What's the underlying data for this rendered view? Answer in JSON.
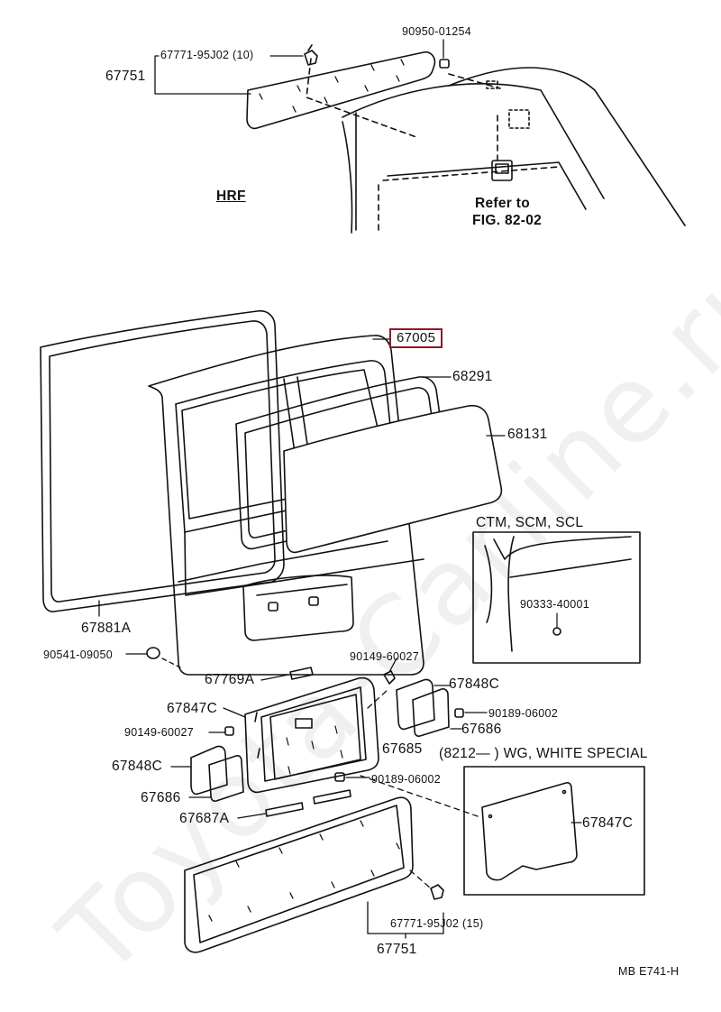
{
  "diagram": {
    "section_code": "HRF",
    "note_refer": [
      "Refer to",
      "FIG. 82-02"
    ],
    "inset_title": "CTM, SCM, SCL",
    "wg_note": "(8212—          ) WG, WHITE  SPECIAL",
    "figure_id": "MB  E741-H",
    "watermark": "Toyota-Carline.ru",
    "highlight_color": "#8b1a2b"
  },
  "labels": {
    "p67751_top": "67751",
    "p67771_top": "67771-95J02 (10)",
    "p90950": "90950-01254",
    "p67005": "67005",
    "p68291": "68291",
    "p68131": "68131",
    "p67881a": "67881A",
    "p90541": "90541-09050",
    "p90333": "90333-40001",
    "p90149_right": "90149-60027",
    "p67769a": "67769A",
    "p67848c_right": "67848C",
    "p67847c_left": "67847C",
    "p90189_right": "90189-06002",
    "p67686_right": "67686",
    "p90149_left": "90149-60027",
    "p67685": "67685",
    "p67848c_left": "67848C",
    "p90189_mid": "90189-06002",
    "p67686_left": "67686",
    "p67687a": "67687A",
    "p67847c_inset": "67847C",
    "p67771_bottom": "67771-95J02 (15)",
    "p67751_bottom": "67751"
  }
}
